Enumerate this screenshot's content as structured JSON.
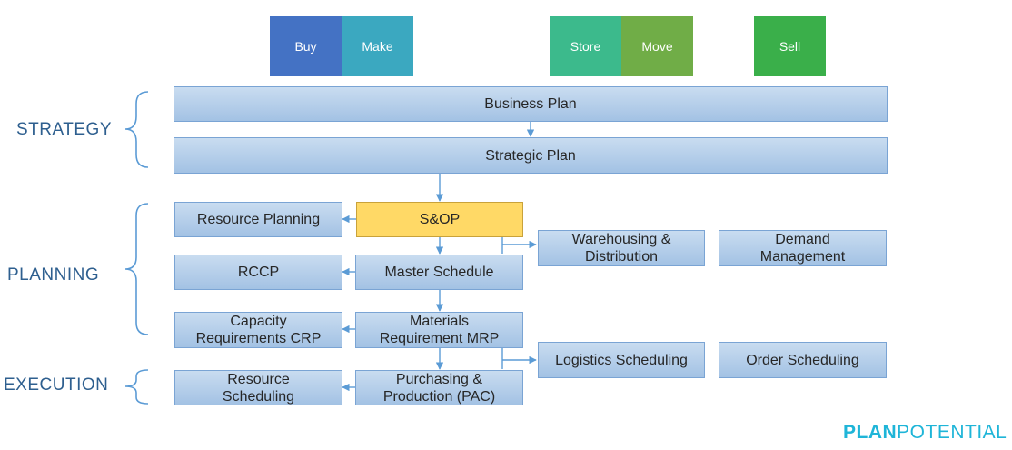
{
  "tiles": [
    {
      "label": "Buy",
      "color": "#4472c4"
    },
    {
      "label": "Make",
      "color": "#3ba8c0"
    },
    {
      "label": "Store",
      "color": "#3cba8c"
    },
    {
      "label": "Move",
      "color": "#70ad47"
    },
    {
      "label": "Sell",
      "color": "#3aaf4a"
    }
  ],
  "phases": {
    "strategy": "STRATEGY",
    "planning": "PLANNING",
    "execution": "EXECUTION"
  },
  "boxes": {
    "business_plan": "Business Plan",
    "strategic_plan": "Strategic Plan",
    "resource_planning": "Resource Planning",
    "sop": "S&OP",
    "warehousing": "Warehousing &\nDistribution",
    "demand_management": "Demand\nManagement",
    "rccp": "RCCP",
    "master_schedule": "Master Schedule",
    "crp": "Capacity\nRequirements CRP",
    "mrp": "Materials\nRequirement MRP",
    "logistics_scheduling": "Logistics Scheduling",
    "order_scheduling": "Order Scheduling",
    "resource_scheduling": "Resource\nScheduling",
    "pac": "Purchasing &\nProduction (PAC)"
  },
  "brand": {
    "part1": "PLAN",
    "part2": "POTENTIAL"
  },
  "colors": {
    "connector": "#5b9bd5",
    "bracket": "#5b9bd5",
    "sop_fill": "#ffd966"
  }
}
